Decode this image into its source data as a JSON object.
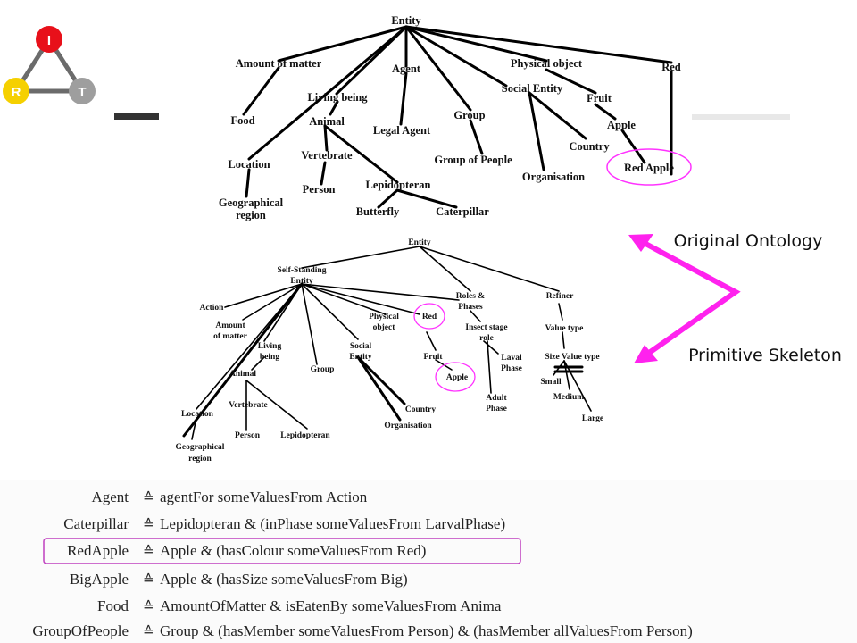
{
  "logo": {
    "letters": [
      "I",
      "R",
      "T"
    ],
    "colors": {
      "I": "#e8101a",
      "R": "#f5d000",
      "T": "#9e9e9e"
    }
  },
  "original_ontology": {
    "nodes": {
      "entity": "Entity",
      "amount_of_matter": "Amount of matter",
      "agent": "Agent",
      "physical_object": "Physical object",
      "red": "Red",
      "living_being": "Living being",
      "social_entity": "Social Entity",
      "fruit": "Fruit",
      "food": "Food",
      "animal": "Animal",
      "legal_agent": "Legal Agent",
      "group": "Group",
      "apple": "Apple",
      "country": "Country",
      "location": "Location",
      "vertebrate": "Vertebrate",
      "group_of_people": "Group of People",
      "red_apple": "Red Apple",
      "organisation": "Organisation",
      "person": "Person",
      "lepidopteran": "Lepidopteran",
      "geographical": "Geographical",
      "region": "region",
      "butterfly": "Butterfly",
      "caterpillar": "Caterpillar"
    }
  },
  "primitive_skeleton": {
    "nodes": {
      "entity": "Entity",
      "self_standing": "Self-Standing",
      "self_standing_entity": "Entity",
      "roles": "Roles &",
      "phases": "Phases",
      "refiner": "Refiner",
      "action": "Action",
      "physical": "Physical",
      "object": "object",
      "red": "Red",
      "amount": "Amount",
      "of_matter": "of matter",
      "insect_stage": "Insect stage",
      "role": "role",
      "value_type": "Value type",
      "living": "Living",
      "being": "being",
      "social": "Social",
      "social_entity": "Entity",
      "fruit": "Fruit",
      "laval": "Laval",
      "laval_phase": "Phase",
      "size_value_type": "Size Value type",
      "animal": "Animal",
      "group": "Group",
      "apple": "Apple",
      "small": "Small",
      "medium": "Medium",
      "vertebrate": "Vertebrate",
      "adult": "Adult",
      "adult_phase": "Phase",
      "country": "Country",
      "location": "Location",
      "large": "Large",
      "organisation": "Organisation",
      "person": "Person",
      "lepidopteran": "Lepidopteran",
      "geographical": "Geographical",
      "region": "region"
    }
  },
  "labels": {
    "original": "Original Ontology",
    "primitive": "Primitive Skeleton"
  },
  "definitions": [
    {
      "name": "Agent",
      "symbol": "≙",
      "body": "agentFor someValuesFrom Action"
    },
    {
      "name": "Caterpillar",
      "symbol": "≙",
      "body": "Lepidopteran & (inPhase someValuesFrom LarvalPhase)"
    },
    {
      "name": "RedApple",
      "symbol": "≙",
      "body": "Apple & (hasColour someValuesFrom Red)"
    },
    {
      "name": "BigApple",
      "symbol": "≙",
      "body": "Apple & (hasSize someValuesFrom Big)"
    },
    {
      "name": "Food",
      "symbol": "≙",
      "body": "AmountOfMatter & isEatenBy someValuesFrom Anima"
    },
    {
      "name": "GroupOfPeople",
      "symbol": "≙",
      "body": "Group & (hasMember someValuesFrom Person) & (hasMember allValuesFrom Person)"
    }
  ],
  "colors": {
    "highlight": "#ff33ff",
    "arrow": "#ff22ee",
    "highlight_box": "#c040c0"
  }
}
